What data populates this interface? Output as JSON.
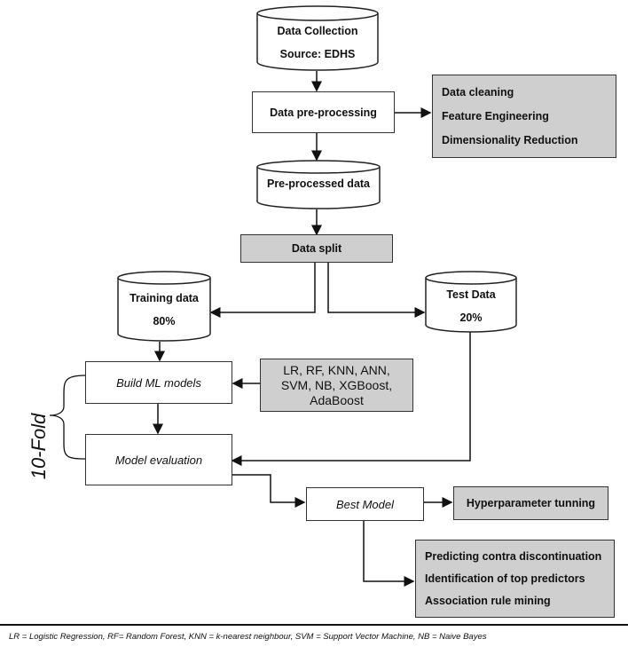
{
  "data_collection": {
    "title": "Data Collection",
    "source": "Source: EDHS"
  },
  "preprocessing": {
    "label": "Data pre-processing"
  },
  "preprocessing_steps": [
    "Data cleaning",
    "Feature Engineering",
    "Dimensionality Reduction"
  ],
  "preprocessed": {
    "label": "Pre-processed data"
  },
  "split": {
    "label": "Data split"
  },
  "training": {
    "title": "Training data",
    "pct": "80%"
  },
  "test": {
    "title": "Test Data",
    "pct": "20%"
  },
  "build": {
    "label": "Build ML models"
  },
  "algorithms": [
    "LR, RF, KNN, ANN,",
    "SVM, NB, XGBoost,",
    "AdaBoost"
  ],
  "evaluation": {
    "label": "Model evaluation"
  },
  "fold": {
    "label": "10-Fold"
  },
  "best": {
    "label": "Best Model"
  },
  "tuning": {
    "label": "Hyperparameter tunning"
  },
  "outputs": [
    "Predicting contra discontinuation",
    "Identification of top predictors",
    "Association rule mining"
  ],
  "footnote": "LR = Logistic Regression, RF= Random Forest, KNN = k-nearest neighbour, SVM = Support Vector Machine, NB = Naive Bayes"
}
